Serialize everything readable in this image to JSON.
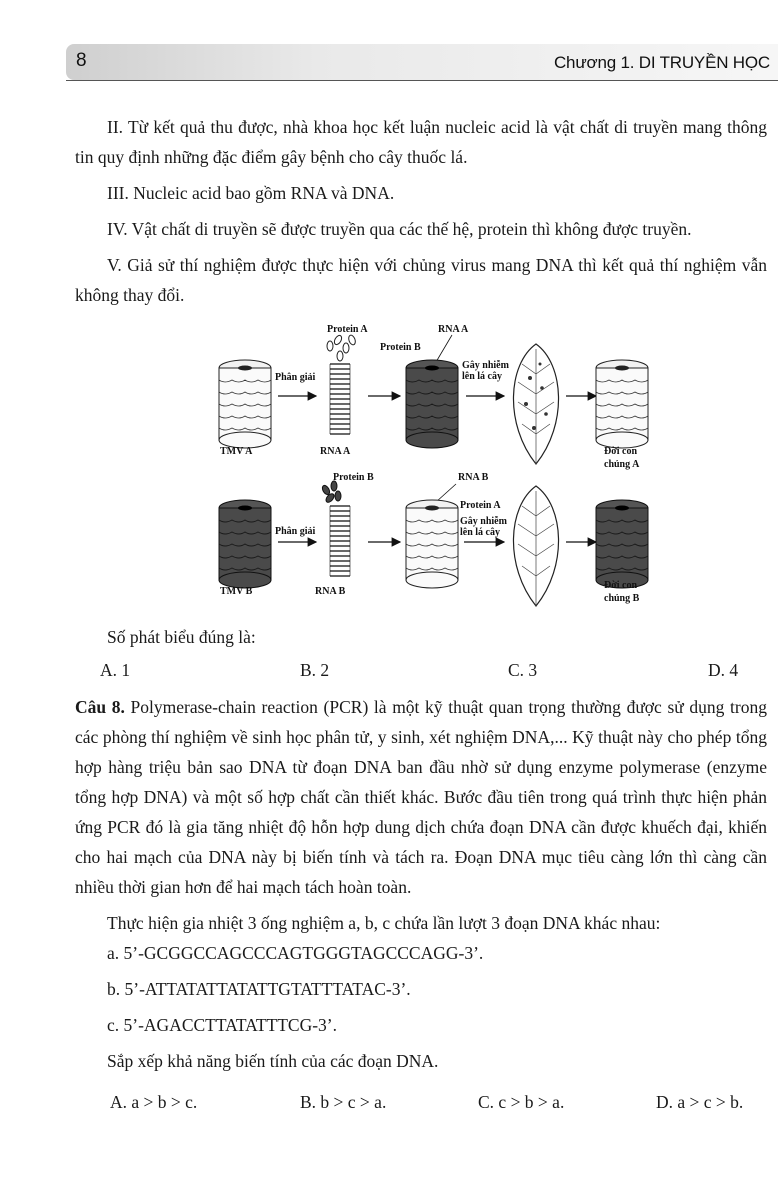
{
  "header": {
    "page_number": "8",
    "chapter_title": "Chương 1. DI TRUYỀN HỌC"
  },
  "statements": {
    "s2": "II. Từ kết quả thu được, nhà khoa học kết luận nucleic acid là vật chất di truyền mang thông tin quy định những đặc điểm gây bệnh cho cây thuốc lá.",
    "s3": "III. Nucleic acid bao gồm RNA và DNA.",
    "s4": "IV. Vật chất di truyền sẽ được truyền qua các thế hệ, protein thì không được truyền.",
    "s5": "V. Giả sử thí nghiệm được thực hiện với chủng virus mang DNA thì kết quả thí nghiệm vẫn không thay đổi."
  },
  "figure": {
    "row1": {
      "virus_label": "TMV A",
      "decompose_label": "Phân giải",
      "protein_top": "Protein A",
      "rna_top": "RNA A",
      "protein_hybrid": "Protein B",
      "rna_bottom": "RNA A",
      "infect_label_1": "Gây nhiễm",
      "infect_label_2": "lên lá cây",
      "offspring_1": "Đời con",
      "offspring_2": "chủng A"
    },
    "row2": {
      "virus_label": "TMV B",
      "decompose_label": "Phân giải",
      "protein_top": "Protein B",
      "rna_top": "RNA B",
      "protein_hybrid": "Protein A",
      "rna_bottom": "RNA B",
      "infect_label_1": "Gây nhiễm",
      "infect_label_2": "lên lá cây",
      "offspring_1": "Đời con",
      "offspring_2": "chủng B"
    }
  },
  "q7": {
    "prompt": "Số phát biểu đúng là:",
    "options": [
      "A. 1",
      "B. 2",
      "C. 3",
      "D. 4"
    ]
  },
  "q8": {
    "label": "Câu 8.",
    "text": " Polymerase-chain reaction (PCR) là một kỹ thuật quan trọng thường được sử dụng trong các phòng thí nghiệm về sinh học phân tử, y sinh, xét nghiệm DNA,... Kỹ thuật này cho phép tổng hợp hàng triệu bản sao DNA từ đoạn DNA ban đầu nhờ sử dụng enzyme polymerase (enzyme tổng hợp DNA) và một số hợp chất cần thiết khác. Bước đầu tiên trong quá trình thực hiện phản ứng PCR đó là gia tăng nhiệt độ hỗn hợp dung dịch chứa đoạn DNA cần được khuếch đại, khiến cho hai mạch của DNA này bị biến tính và tách ra. Đoạn DNA mục tiêu càng lớn thì càng cần nhiều thời gian hơn để hai mạch tách hoàn toàn.",
    "intro": "Thực hiện gia nhiệt 3 ống nghiệm a, b, c chứa lần lượt 3 đoạn DNA khác nhau:",
    "seq_a": "a. 5’-GCGGCCAGCCCAGTGGGTAGCCCAGG-3’.",
    "seq_b": "b. 5’-ATTATATTATATTGTATTTATAC-3’.",
    "seq_c": "c. 5’-AGACCTTATATTTCG-3’.",
    "task": "Sắp xếp khả năng biến tính của các đoạn DNA.",
    "options": [
      "A. a > b > c.",
      "B. b > c > a.",
      "C. c > b > a.",
      "D. a > c > b."
    ]
  }
}
